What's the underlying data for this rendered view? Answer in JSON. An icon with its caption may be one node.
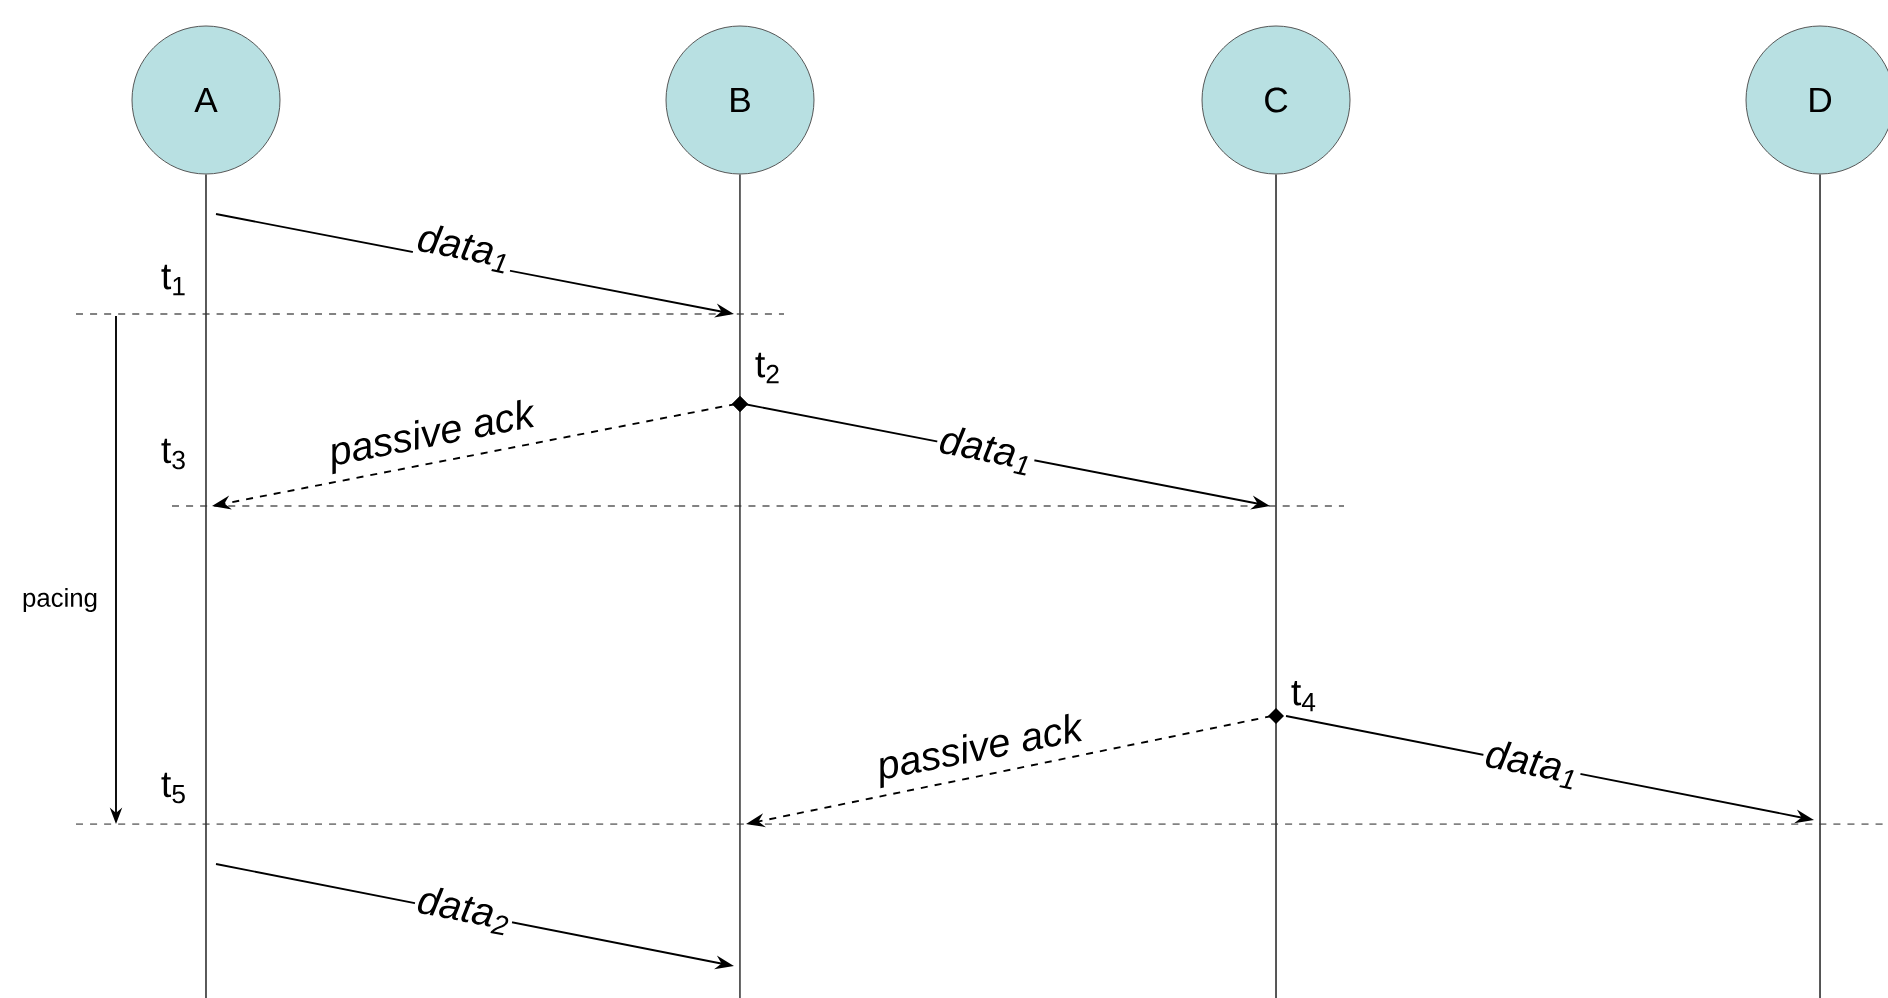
{
  "diagram": {
    "nodes": [
      {
        "text": [
          "A"
        ]
      },
      {
        "text": [
          "B"
        ]
      },
      {
        "text": [
          "C"
        ]
      },
      {
        "text": [
          "D"
        ]
      }
    ],
    "edges": [
      {
        "from": 0,
        "to": 1,
        "arrow": "to",
        "label": "data$_{1}$"
      },
      {
        "from": 1,
        "to": 0,
        "arrow": "to",
        "label": "passive ack",
        "style": "dashed"
      },
      {
        "from": 1,
        "to": 2,
        "arrow": "to",
        "label": "data$_{1}$"
      },
      {
        "from": 2,
        "to": 1,
        "arrow": "to",
        "label": "passive ack",
        "style": "dashed"
      },
      {
        "from": 2,
        "to": 3,
        "arrow": "to",
        "label": "data$_{1}$"
      },
      {
        "from": 0,
        "to": 1,
        "arrow": "to",
        "label": "data$_{2}$"
      }
    ],
    "labels": [
      "t$_{1}$",
      "t$_{2}$",
      "t$_{3}$",
      "pacing",
      "t$_{4}$",
      "t$_{5}$"
    ]
  }
}
